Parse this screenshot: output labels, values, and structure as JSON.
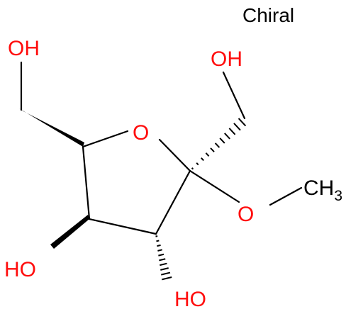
{
  "diagram": {
    "chiral_label": "Chiral",
    "atoms": {
      "o_top_left": "OH",
      "o_top_right": "OH",
      "o_ring": "O",
      "o_methoxy": "O",
      "methyl": "CH",
      "methyl_sub": "3",
      "o_bottom_left": "HO",
      "o_bottom_right": "HO"
    },
    "colors": {
      "bond": "#000000",
      "oxygen": "#ff0d0d",
      "carbon_label": "#000000"
    }
  }
}
